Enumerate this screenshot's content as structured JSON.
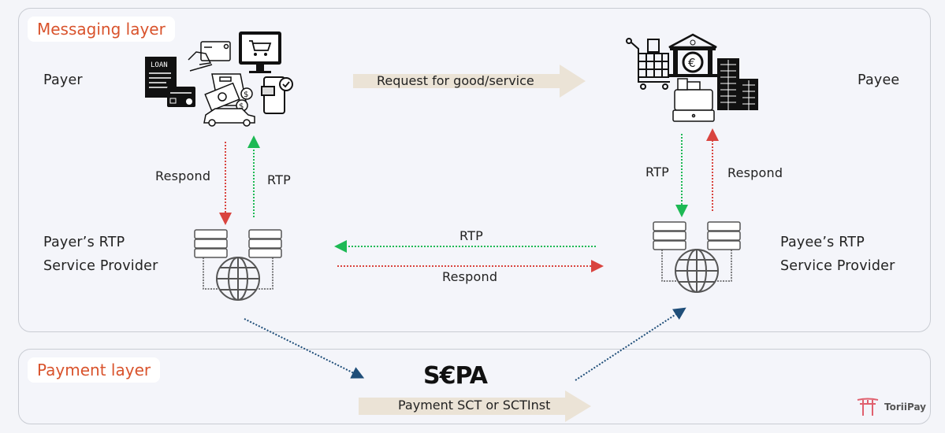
{
  "layers": {
    "messaging": {
      "title": "Messaging layer"
    },
    "payment": {
      "title": "Payment layer"
    }
  },
  "actors": {
    "payer": "Payer",
    "payee": "Payee",
    "payer_provider": [
      "Payer’s RTP",
      "Service Provider"
    ],
    "payee_provider": [
      "Payee’s RTP",
      "Service Provider"
    ]
  },
  "flows": {
    "request": "Request for good/service",
    "payer_respond": "Respond",
    "payer_rtp": "RTP",
    "payee_rtp": "RTP",
    "payee_respond": "Respond",
    "between_rtp": "RTP",
    "between_respond": "Respond",
    "payment": "Payment SCT or SCTInst"
  },
  "icons": {
    "payer_group": [
      "loan-document-icon",
      "credit-card-hand-icon",
      "shopping-cart-monitor-icon",
      "invoice-icon",
      "cash-icon",
      "coins-icon",
      "smartphone-payment-icon",
      "car-icon",
      "bank-card-icon"
    ],
    "payee_group": [
      "shopping-cart-icon",
      "bank-euro-icon",
      "cash-register-icon",
      "office-buildings-icon"
    ],
    "provider": [
      "server-rack-icon",
      "globe-icon"
    ]
  },
  "sepa_logo": {
    "text": "S€PA"
  },
  "brand": {
    "name": "ToriiPay",
    "color": "#e0606e"
  },
  "colors": {
    "layer_title": "#d9532c",
    "rtp_arrow": "#1db954",
    "respond_arrow": "#d9443f",
    "payment_arrow": "#1f4e79",
    "big_arrow": "#ebe3d6"
  }
}
